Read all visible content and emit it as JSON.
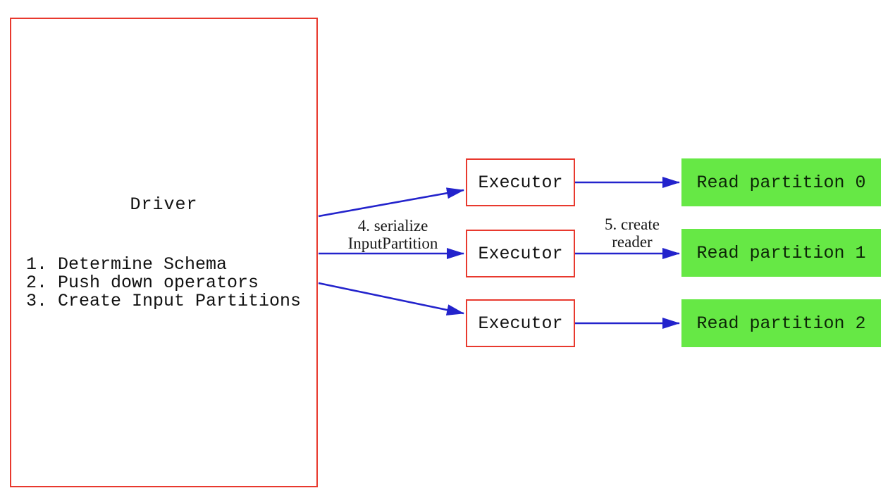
{
  "diagram": {
    "title_hint": "Spark data source read flow",
    "driver": {
      "title": "Driver",
      "steps": [
        "1. Determine Schema",
        "2. Push down operators",
        "3. Create Input Partitions"
      ]
    },
    "executors": [
      {
        "label": "Executor"
      },
      {
        "label": "Executor"
      },
      {
        "label": "Executor"
      }
    ],
    "partitions": [
      {
        "label": "Read partition 0"
      },
      {
        "label": "Read partition 1"
      },
      {
        "label": "Read partition 2"
      }
    ],
    "edge_labels": {
      "serialize": {
        "line1": "4. serialize",
        "line2": "InputPartition"
      },
      "create_reader": {
        "line1": "5. create",
        "line2": "reader"
      }
    },
    "colors": {
      "box_border_red": "#e8392e",
      "arrow_blue": "#2323cc",
      "partition_green": "#66e845",
      "text": "#111111",
      "background": "#ffffff"
    }
  }
}
